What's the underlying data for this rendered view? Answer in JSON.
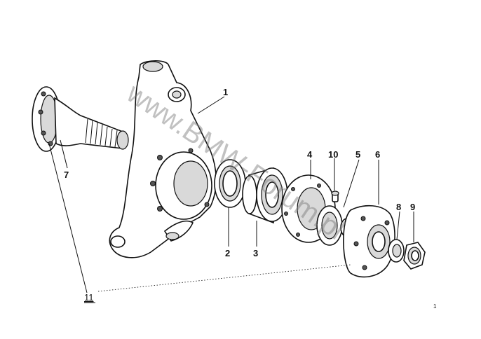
{
  "watermark": "www.BMW-Forum.pl",
  "callouts": [
    {
      "id": "1",
      "text": "1"
    },
    {
      "id": "2",
      "text": "2"
    },
    {
      "id": "3",
      "text": "3"
    },
    {
      "id": "4",
      "text": "4"
    },
    {
      "id": "5",
      "text": "5"
    },
    {
      "id": "6",
      "text": "6"
    },
    {
      "id": "7",
      "text": "7"
    },
    {
      "id": "8",
      "text": "8"
    },
    {
      "id": "9",
      "text": "9"
    },
    {
      "id": "10",
      "text": "10"
    },
    {
      "id": "11",
      "text": "11"
    }
  ],
  "corner_mark": "1"
}
